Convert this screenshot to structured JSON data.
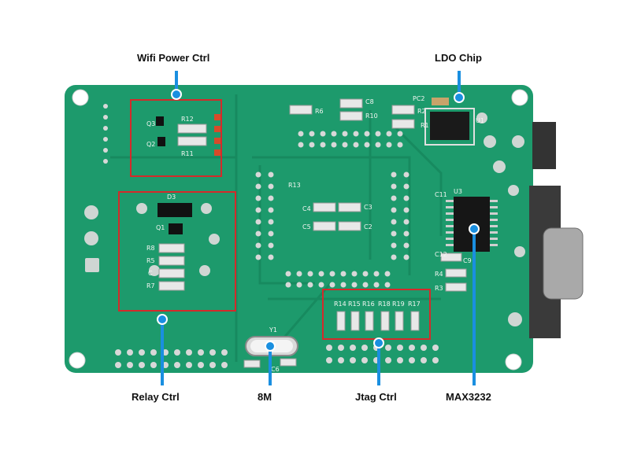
{
  "callouts": {
    "wifi_power_ctrl": "Wifi Power Ctrl",
    "ldo_chip": "LDO Chip",
    "relay_ctrl": "Relay Ctrl",
    "crystal_8m": "8M",
    "jtag_ctrl": "Jtag Ctrl",
    "max3232": "MAX3232"
  },
  "silkscreen": {
    "r12": "R12",
    "r11": "R11",
    "q3": "Q3",
    "q2": "Q2",
    "d3": "D3",
    "q1": "Q1",
    "r8": "R8",
    "r5": "R5",
    "c": "C",
    "r7": "R7",
    "r6": "R6",
    "c8": "C8",
    "r10": "R10",
    "pc2": "PC2",
    "r2": "R2",
    "r1": "R1",
    "u1": "U1",
    "r13": "R13",
    "c4": "C4",
    "c3": "C3",
    "c5": "C5",
    "c2": "C2",
    "c11": "C11",
    "u3": "U3",
    "c12": "C12",
    "c9": "C9",
    "r4": "R4",
    "r3": "R3",
    "r14": "R14",
    "r15": "R15",
    "r16": "R16",
    "r18": "R18",
    "r19": "R19",
    "r17": "R17",
    "y1": "Y1",
    "c6": "C6"
  },
  "colors": {
    "pcb": "#1d9a6c",
    "pcb_dark": "#17865d",
    "highlight_box": "#d42a2a",
    "callout_line": "#1a8fe0",
    "pad": "#c9c9c9"
  }
}
